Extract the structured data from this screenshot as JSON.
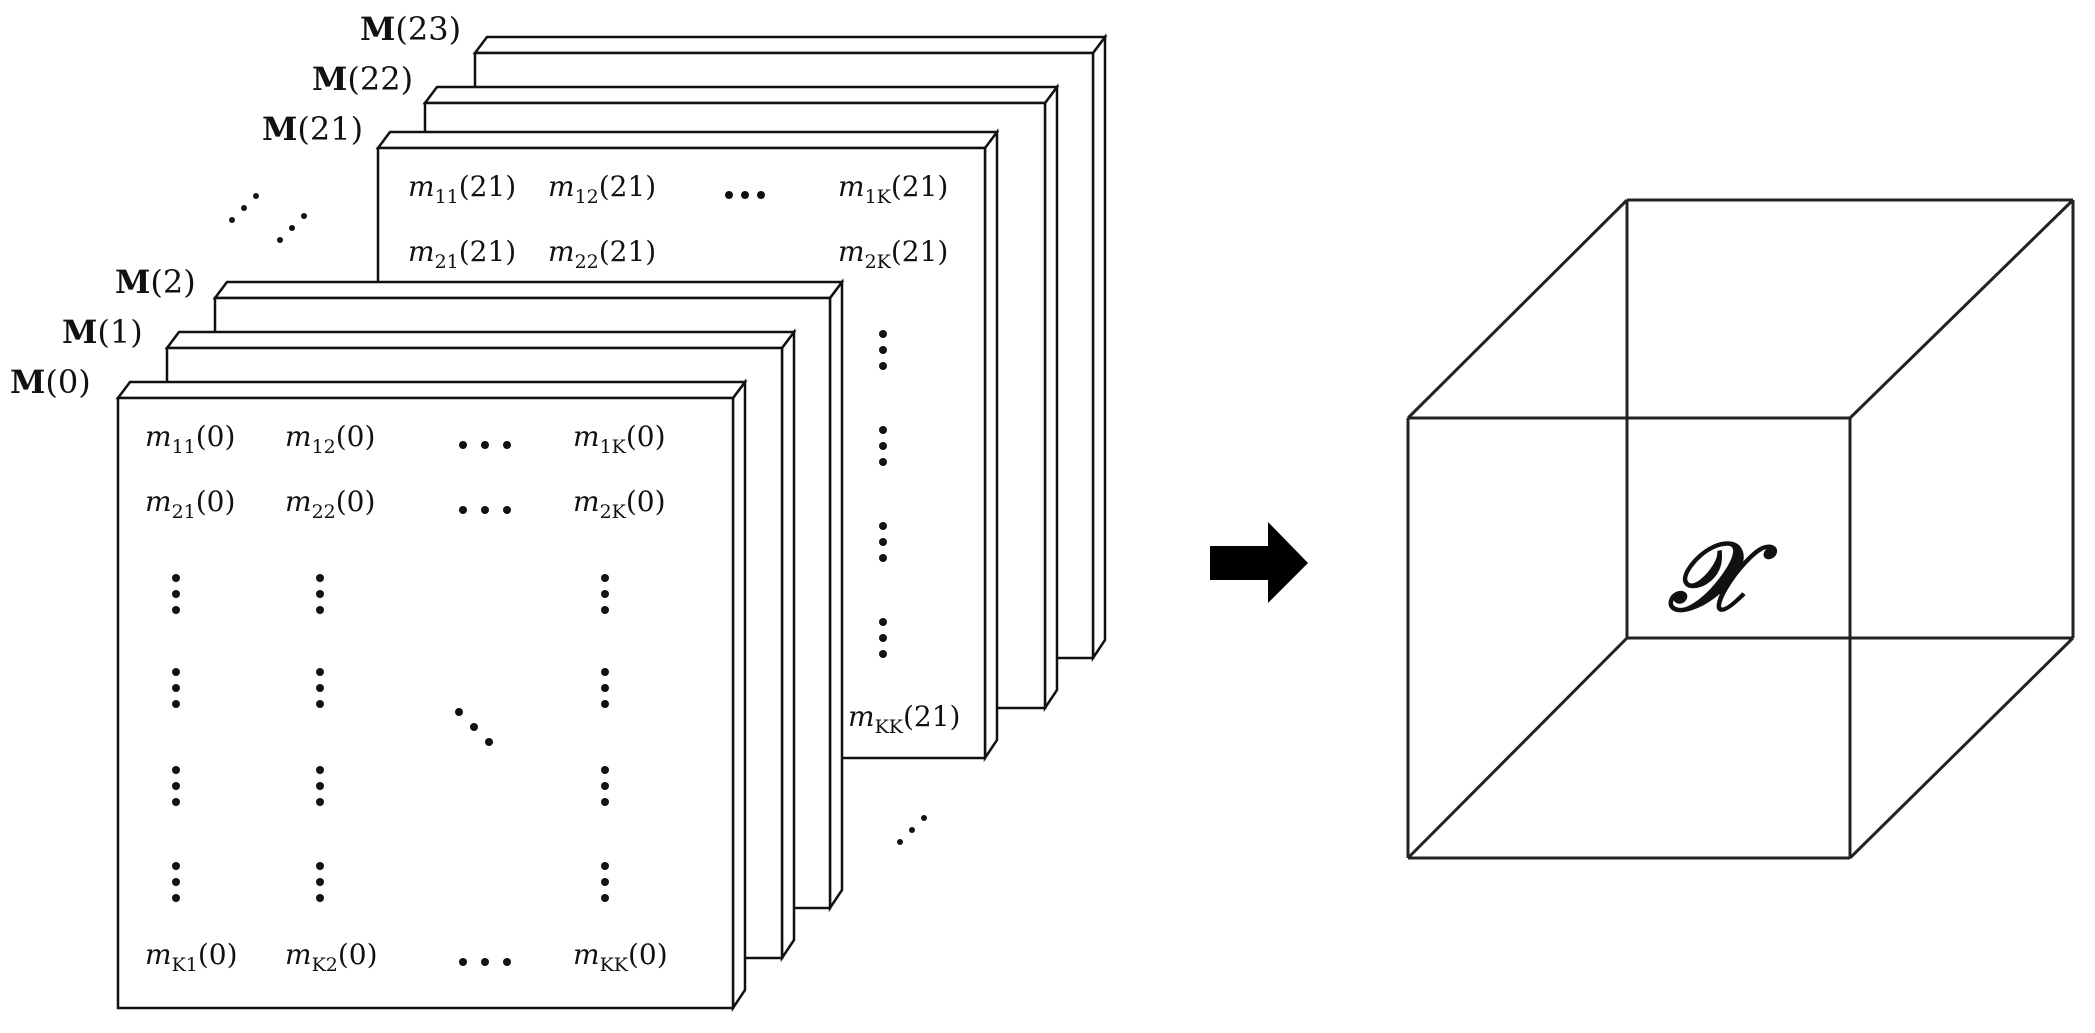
{
  "left_stack": {
    "frames": [
      {
        "id": "m23",
        "label_bold": "M",
        "label_arg": "(23)"
      },
      {
        "id": "m22",
        "label_bold": "M",
        "label_arg": "(22)"
      },
      {
        "id": "m21",
        "label_bold": "M",
        "label_arg": "(21)"
      },
      {
        "id": "m2",
        "label_bold": "M",
        "label_arg": "(2)"
      },
      {
        "id": "m1",
        "label_bold": "M",
        "label_arg": "(1)"
      },
      {
        "id": "m0",
        "label_bold": "M",
        "label_arg": "(0)"
      }
    ],
    "frame21_entries": {
      "m11": {
        "base": "m",
        "sub": "11",
        "arg": "(21)"
      },
      "m12": {
        "base": "m",
        "sub": "12",
        "arg": "(21)"
      },
      "m1K": {
        "base": "m",
        "sub": "1K",
        "arg": "(21)"
      },
      "m21": {
        "base": "m",
        "sub": "21",
        "arg": "(21)"
      },
      "m22": {
        "base": "m",
        "sub": "22",
        "arg": "(21)"
      },
      "m2K": {
        "base": "m",
        "sub": "2K",
        "arg": "(21)"
      },
      "mKK": {
        "base": "m",
        "sub": "KK",
        "arg": "(21)"
      }
    },
    "frame0_entries": {
      "m11": {
        "base": "m",
        "sub": "11",
        "arg": "(0)"
      },
      "m12": {
        "base": "m",
        "sub": "12",
        "arg": "(0)"
      },
      "m1K": {
        "base": "m",
        "sub": "1K",
        "arg": "(0)"
      },
      "m21": {
        "base": "m",
        "sub": "21",
        "arg": "(0)"
      },
      "m22": {
        "base": "m",
        "sub": "22",
        "arg": "(0)"
      },
      "m2K": {
        "base": "m",
        "sub": "2K",
        "arg": "(0)"
      },
      "mK1": {
        "base": "m",
        "sub": "K1",
        "arg": "(0)"
      },
      "mK2": {
        "base": "m",
        "sub": "K2",
        "arg": "(0)"
      },
      "mKK": {
        "base": "m",
        "sub": "KK",
        "arg": "(0)"
      }
    }
  },
  "cube": {
    "variable": "𝒳"
  }
}
